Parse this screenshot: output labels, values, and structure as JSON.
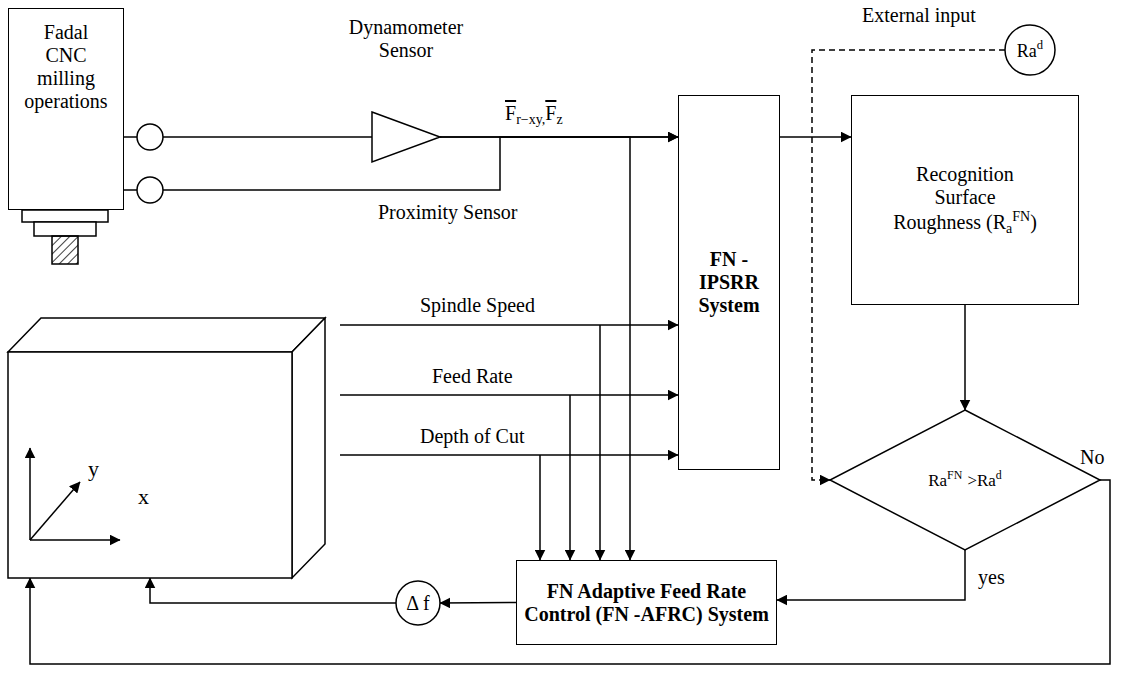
{
  "diagram": {
    "nodes": [
      {
        "text": [
          "Fadal CNC milling operations"
        ]
      },
      {
        "text": [
          "Dynamometer Sensor"
        ]
      },
      {
        "text": [
          "FN - IPSRR System"
        ]
      },
      {
        "text": [
          "Ra",
          "d"
        ]
      },
      {
        "text": [
          "Recognition Surface Roughness (R",
          "a",
          "FN",
          ")"
        ]
      },
      {
        "text": [
          "Ra",
          "FN",
          ">Ra",
          "d"
        ]
      },
      {
        "text": [
          "FN Adaptive Feed Rate Control (FN -AFRC) System"
        ]
      },
      {
        "text": [
          "Δ f"
        ]
      },
      {
        "text": [
          "y",
          "x"
        ]
      }
    ],
    "edges": [
      {
        "from": 0,
        "to": 1,
        "arrow": "none"
      },
      {
        "from": 1,
        "to": 2,
        "arrow": "to"
      },
      {
        "from": 0,
        "to": 2,
        "arrow": "to"
      },
      {
        "from": 2,
        "to": 4,
        "arrow": "to"
      },
      {
        "from": 3,
        "to": 5,
        "arrow": "to"
      },
      {
        "from": 4,
        "to": 5,
        "arrow": "to"
      },
      {
        "from": 5,
        "to": 6,
        "label": "yes",
        "arrow": "to"
      },
      {
        "from": 5,
        "to": 8,
        "label": "No",
        "arrow": "to"
      },
      {
        "from": 6,
        "to": 7,
        "arrow": "to"
      },
      {
        "from": 7,
        "to": 8,
        "arrow": "to"
      },
      {
        "from": 1,
        "to": 6,
        "arrow": "to"
      }
    ],
    "labels": [
      "External input",
      "F",
      "r−xy,",
      "F",
      "z",
      "Proximity Sensor",
      "Spindle Speed",
      "Feed Rate",
      "Depth of Cut"
    ]
  }
}
